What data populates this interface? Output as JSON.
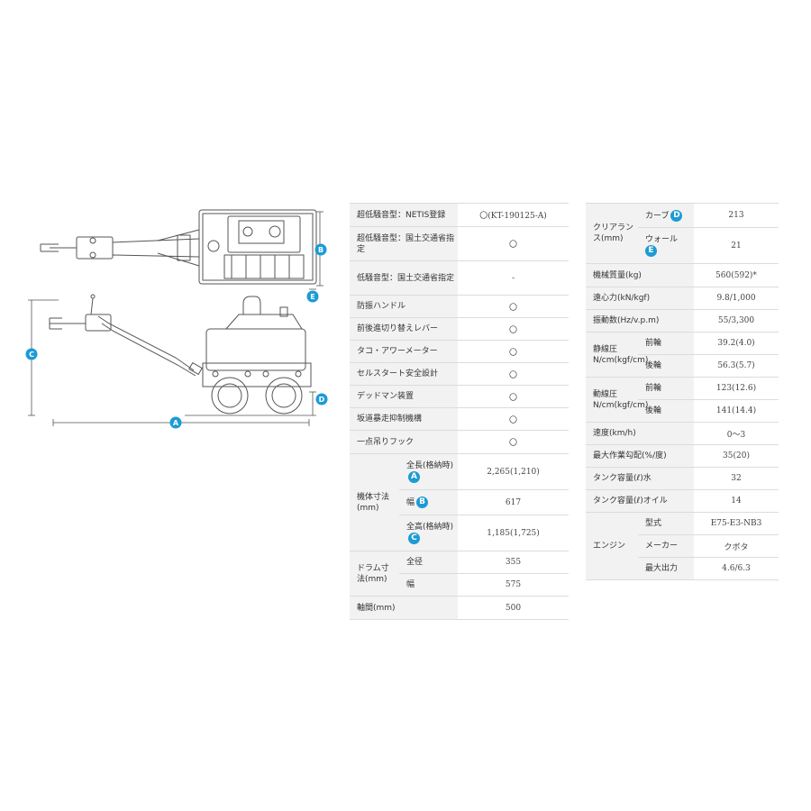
{
  "diagram": {
    "labels": {
      "A": "A",
      "B": "B",
      "C": "C",
      "D": "D",
      "E": "E"
    },
    "colors": {
      "badge": "#1c9bd4",
      "line": "#555555"
    }
  },
  "left_table": {
    "rows": [
      {
        "label": "超低騒音型：NETIS登録",
        "value": "〇(KT-190125-A)"
      },
      {
        "label": "超低騒音型：国土交通省指定",
        "value": "〇"
      },
      {
        "label": "低騒音型：国土交通省指定",
        "value": "-"
      },
      {
        "label": "防振ハンドル",
        "value": "〇"
      },
      {
        "label": "前後進切り替えレバー",
        "value": "〇"
      },
      {
        "label": "タコ・アワーメーター",
        "value": "〇"
      },
      {
        "label": "セルスタート安全設計",
        "value": "〇"
      },
      {
        "label": "デッドマン装置",
        "value": "〇"
      },
      {
        "label": "坂道暴走抑制機構",
        "value": "〇"
      },
      {
        "label": "一点吊りフック",
        "value": "〇"
      }
    ],
    "body_dim": {
      "group": "機体寸法(mm)",
      "rows": [
        {
          "label": "全長(格納時)",
          "badge": "A",
          "value": "2,265(1,210)"
        },
        {
          "label": "幅",
          "badge": "B",
          "value": "617"
        },
        {
          "label": "全高(格納時)",
          "badge": "C",
          "value": "1,185(1,725)"
        }
      ]
    },
    "drum_dim": {
      "group": "ドラム寸法(mm)",
      "rows": [
        {
          "label": "全径",
          "value": "355"
        },
        {
          "label": "幅",
          "value": "575"
        }
      ]
    },
    "wheelbase": {
      "label": "軸間(mm)",
      "value": "500"
    }
  },
  "right_table": {
    "clearance": {
      "group": "クリアランス(mm)",
      "rows": [
        {
          "label": "カーブ",
          "badge": "D",
          "value": "213"
        },
        {
          "label": "ウォール",
          "badge": "E",
          "value": "21"
        }
      ]
    },
    "mid_rows": [
      {
        "label": "機械質量(kg)",
        "value": "560(592)*"
      },
      {
        "label": "遠心力(kN/kgf)",
        "value": "9.8/1,000"
      },
      {
        "label": "振動数(Hz/v.p.m)",
        "value": "55/3,300"
      }
    ],
    "static_pressure": {
      "group": "静線圧N/cm(kgf/cm)",
      "rows": [
        {
          "label": "前輪",
          "value": "39.2(4.0)"
        },
        {
          "label": "後輪",
          "value": "56.3(5.7)"
        }
      ]
    },
    "dynamic_pressure": {
      "group": "動線圧N/cm(kgf/cm)",
      "rows": [
        {
          "label": "前輪",
          "value": "123(12.6)"
        },
        {
          "label": "後輪",
          "value": "141(14.4)"
        }
      ]
    },
    "lower_rows": [
      {
        "label": "速度(km/h)",
        "value": "0〜3"
      },
      {
        "label": "最大作業勾配(%/度)",
        "value": "35(20)"
      },
      {
        "label": "タンク容量(ℓ)水",
        "value": "32"
      },
      {
        "label": "タンク容量(ℓ)オイル",
        "value": "14"
      }
    ],
    "engine": {
      "group": "エンジン",
      "rows": [
        {
          "label": "型式",
          "value": "E75-E3-NB3"
        },
        {
          "label": "メーカー",
          "value": "クボタ"
        },
        {
          "label": "最大出力",
          "value": "4.6/6.3"
        }
      ]
    }
  }
}
